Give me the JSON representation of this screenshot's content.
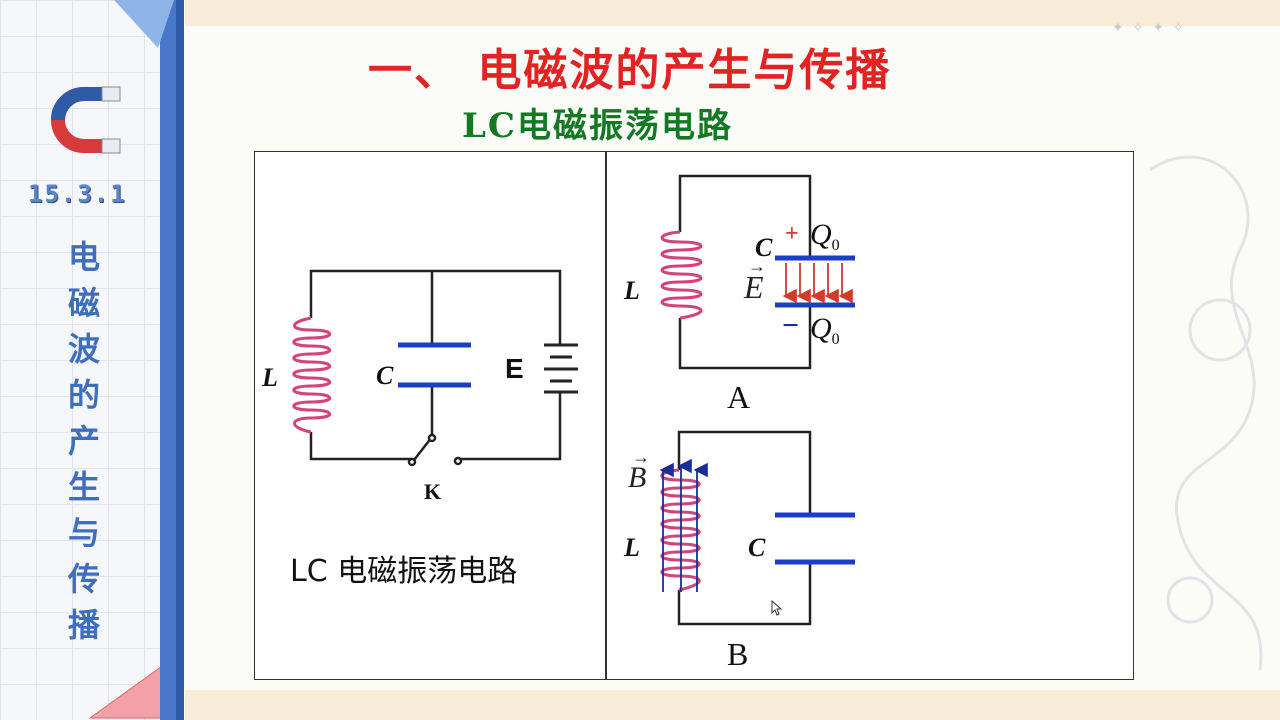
{
  "sidebar": {
    "lesson_code": "15.3.1",
    "vertical_title": [
      "电",
      "磁",
      "波",
      "的",
      "产",
      "生",
      "与",
      "传",
      "播"
    ]
  },
  "header": {
    "title": "一、 电磁波的产生与传播",
    "subtitle": "LC电磁振荡电路"
  },
  "left_diagram": {
    "inductor": "L",
    "capacitor": "C",
    "source": "E",
    "switch": "K",
    "caption": "LC 电磁振荡电路"
  },
  "diagram_a": {
    "inductor": "L",
    "capacitor": "C",
    "field": "E",
    "plus": "+",
    "minus": "−",
    "charge_top": "Q",
    "charge_top_sub": "0",
    "charge_bottom": "Q",
    "charge_bottom_sub": "0",
    "caption": "A"
  },
  "diagram_b": {
    "field": "B",
    "inductor": "L",
    "capacitor": "C",
    "caption": "B"
  },
  "colors": {
    "title": "#e32222",
    "subtitle": "#137a23",
    "plate": "#1a3ec8",
    "coil": "#d6437a",
    "field_e": "#d23a2a",
    "field_b": "#1a2d9a",
    "sidebar": "#4a78c8"
  }
}
